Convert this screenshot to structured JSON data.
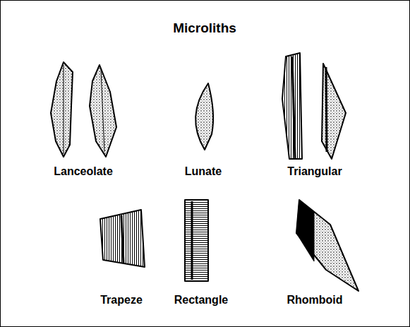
{
  "diagram": {
    "title": "Microliths",
    "labels": [
      "Lanceolate",
      "Lunate",
      "Triangular",
      "Trapeze",
      "Rectangle",
      "Rhomboid"
    ]
  }
}
